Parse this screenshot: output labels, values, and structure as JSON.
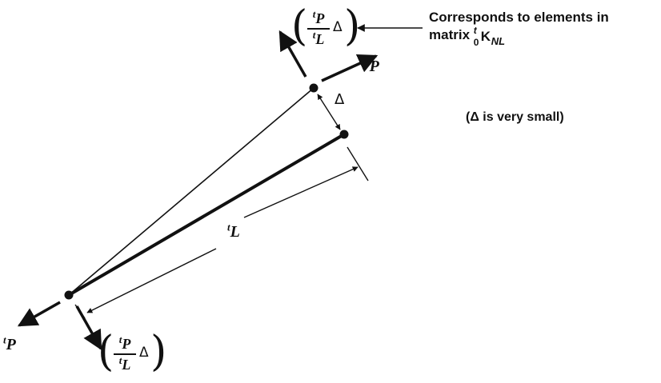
{
  "callout": {
    "line1": "Corresponds to elements in",
    "line2_prefix": "matrix",
    "symbol_sup": "t",
    "symbol_sub": "0",
    "symbol_main": "K",
    "symbol_subscript": "NL"
  },
  "note": "(Δ is very small)",
  "labels": {
    "force_top": "P",
    "force_top_sup": "t",
    "force_bottom": "P",
    "force_bottom_sup": "t",
    "delta": "Δ",
    "length": "L",
    "length_sup": "t"
  },
  "fraction_top": {
    "num_sup": "t",
    "num": "P",
    "den_sup": "t",
    "den": "L",
    "tail": "Δ"
  },
  "fraction_bottom": {
    "num_sup": "t",
    "num": "P",
    "den_sup": "t",
    "den": "L",
    "tail": "Δ"
  }
}
